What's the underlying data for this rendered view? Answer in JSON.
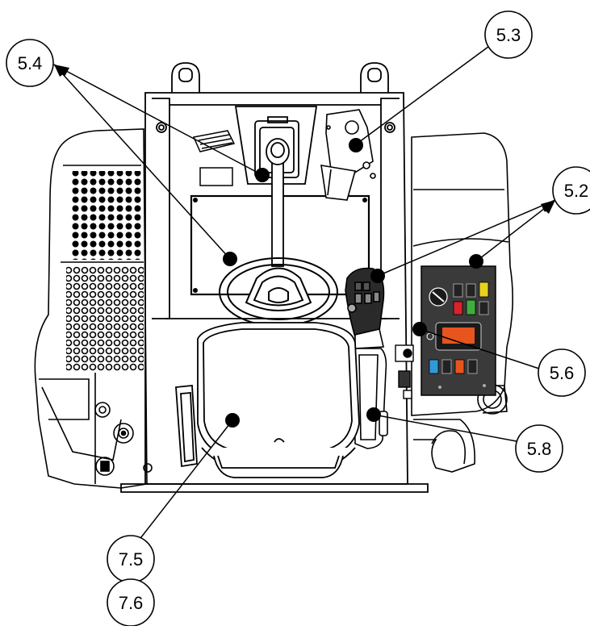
{
  "callouts": [
    {
      "id": "c54",
      "label": "5.4"
    },
    {
      "id": "c53",
      "label": "5.3"
    },
    {
      "id": "c52",
      "label": "5.2"
    },
    {
      "id": "c56",
      "label": "5.6"
    },
    {
      "id": "c58",
      "label": "5.8"
    },
    {
      "id": "c75",
      "label": "7.5"
    },
    {
      "id": "c76",
      "label": "7.6"
    }
  ],
  "colors": {
    "line": "#000000",
    "background": "#ffffff",
    "panel": "#3a3a3a",
    "display_orange": "#e8541e",
    "switch_blue": "#2f9ad8",
    "switch_green": "#3fae3f",
    "switch_yellow": "#e8d21e",
    "switch_red": "#d8232a"
  }
}
